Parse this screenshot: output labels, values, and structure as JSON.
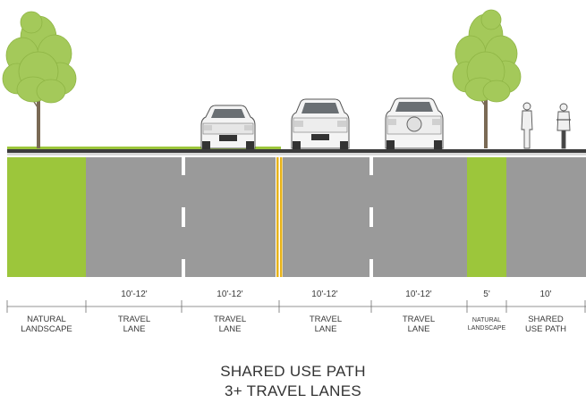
{
  "segments": [
    {
      "id": "natural-landscape-left",
      "dimension": "",
      "label_line1": "NATURAL",
      "label_line2": "LANDSCAPE"
    },
    {
      "id": "travel-lane-1",
      "dimension": "10'-12'",
      "label_line1": "TRAVEL",
      "label_line2": "LANE"
    },
    {
      "id": "travel-lane-2",
      "dimension": "10'-12'",
      "label_line1": "TRAVEL",
      "label_line2": "LANE"
    },
    {
      "id": "travel-lane-3",
      "dimension": "10'-12'",
      "label_line1": "TRAVEL",
      "label_line2": "LANE"
    },
    {
      "id": "travel-lane-4",
      "dimension": "10'-12'",
      "label_line1": "TRAVEL",
      "label_line2": "LANE"
    },
    {
      "id": "natural-landscape-right",
      "dimension": "5'",
      "label_line1": "NATURAL",
      "label_line2": "LANDSCAPE"
    },
    {
      "id": "shared-use-path",
      "dimension": "10'",
      "label_line1": "SHARED",
      "label_line2": "USE PATH"
    }
  ],
  "title": {
    "line1": "SHARED USE PATH",
    "line2": "3+ TRAVEL LANES"
  },
  "colors": {
    "asphalt": "#9a9a9a",
    "landscape": "#9cc63b",
    "tree_foliage": "#a4c95a",
    "centerline": "#e8b317",
    "lane_marking": "#ffffff",
    "dimension_line": "#6f6f6f"
  },
  "icons": [
    "tree-icon",
    "car-icon",
    "pedestrian-icon",
    "cyclist-icon"
  ]
}
